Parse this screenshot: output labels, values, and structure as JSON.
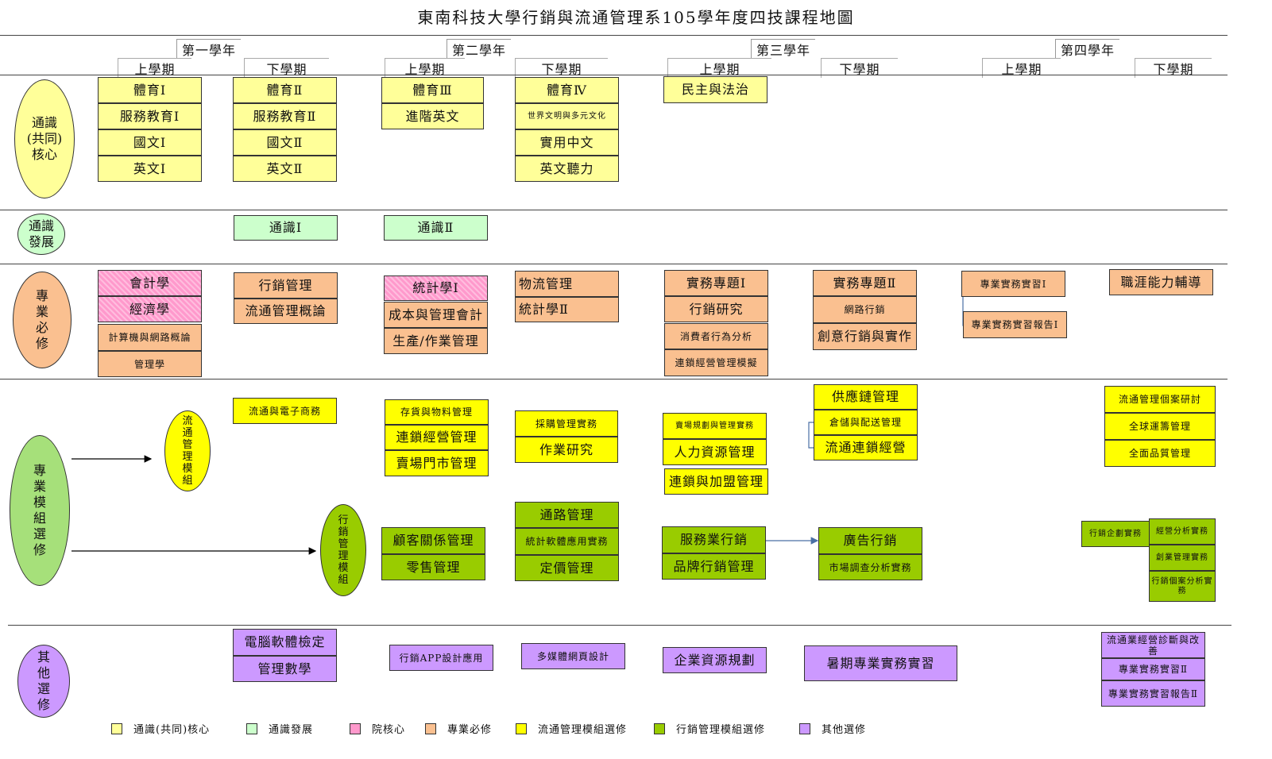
{
  "title": "東南科技大學行銷與流通管理系105學年度四技課程地圖",
  "years": [
    "第一學年",
    "第二學年",
    "第三學年",
    "第四學年"
  ],
  "semesters": [
    "上學期",
    "下學期",
    "上學期",
    "下學期",
    "上學期",
    "下學期",
    "上學期",
    "下學期"
  ],
  "categories": {
    "general_core": "通識\n(共同)\n核心",
    "general_dev": "通識\n發展",
    "required": "專\n業\n必\n修",
    "module_elective": "專\n業\n模\n組\n選\n修",
    "dist_module": "流\n通\n管\n理\n模\n組",
    "mkt_module": "行\n銷\n管\n理\n模\n組",
    "other": "其\n他\n選\n修"
  },
  "courses": {
    "c1": "體育Ⅰ",
    "c2": "服務教育Ⅰ",
    "c3": "國文Ⅰ",
    "c4": "英文Ⅰ",
    "c5": "體育Ⅱ",
    "c6": "服務教育Ⅱ",
    "c7": "國文Ⅱ",
    "c8": "英文Ⅱ",
    "c9": "體育Ⅲ",
    "c10": "進階英文",
    "c11": "體育Ⅳ",
    "c12": "世界文明與多元文化",
    "c13": "實用中文",
    "c14": "英文聽力",
    "c15": "民主與法治",
    "g1": "通識Ⅰ",
    "g2": "通識Ⅱ",
    "r1": "會計學",
    "r2": "經濟學",
    "r3": "計算機與網路概論",
    "r4": "管理學",
    "r5": "行銷管理",
    "r6": "流通管理概論",
    "r7": "統計學Ⅰ",
    "r8": "成本與管理會計",
    "r9": "生產/作業管理",
    "r10": "物流管理",
    "r11": "統計學Ⅱ",
    "r12": "實務專題Ⅰ",
    "r13": "行銷研究",
    "r14": "消費者行為分析",
    "r15": "連鎖經營管理模擬",
    "r16": "實務專題Ⅱ",
    "r17": "網路行銷",
    "r18": "創意行銷與實作",
    "r19": "專業實務實習Ⅰ",
    "r20": "專業實務實習報告Ⅰ",
    "r21": "職涯能力輔導",
    "d1": "流通與電子商務",
    "d2": "存貨與物料管理",
    "d3": "連鎖經營管理",
    "d4": "賣場門市管理",
    "d5": "採購管理實務",
    "d6": "作業研究",
    "d7": "賣場規劃與管理實務",
    "d8": "人力資源管理",
    "d9": "連鎖與加盟管理",
    "d10": "供應鏈管理",
    "d11": "倉儲與配送管理",
    "d12": "流通連鎖經營",
    "d13": "流通管理個案研討",
    "d14": "全球運籌管理",
    "d15": "全面品質管理",
    "m1": "顧客關係管理",
    "m2": "零售管理",
    "m3": "通路管理",
    "m4": "統計軟體應用實務",
    "m5": "定價管理",
    "m6": "服務業行銷",
    "m7": "品牌行銷管理",
    "m8": "廣告行銷",
    "m9": "市場調查分析實務",
    "m10": "行銷企劃實務",
    "m11": "經營分析實務",
    "m12": "創業管理實務",
    "m13": "行銷個案分析實務",
    "o1": "電腦軟體檢定",
    "o2": "管理數學",
    "o3": "行銷APP設計應用",
    "o4": "多媒體網頁設計",
    "o5": "企業資源規劃",
    "o6": "暑期專業實務實習",
    "o7": "流通業經營診斷與改善",
    "o8": "專業實務實習Ⅱ",
    "o9": "專業實務實習報告Ⅱ"
  },
  "legend": [
    {
      "label": "通識(共同)核心",
      "color": "#ffff99"
    },
    {
      "label": "通識發展",
      "color": "#ccffcc"
    },
    {
      "label": "院核心",
      "color": "#ff99cc"
    },
    {
      "label": "專業必修",
      "color": "#fac090"
    },
    {
      "label": "流通管理模組選修",
      "color": "#ffff00"
    },
    {
      "label": "行銷管理模組選修",
      "color": "#99cc00"
    },
    {
      "label": "其他選修",
      "color": "#cc99ff"
    }
  ]
}
